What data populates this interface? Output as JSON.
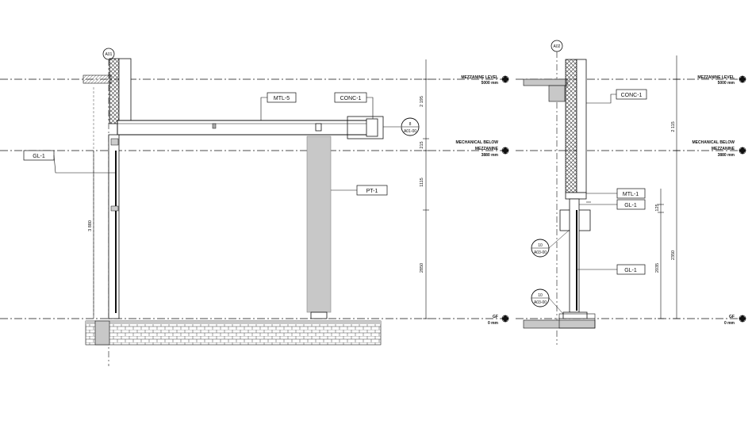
{
  "left_section": {
    "grid_bubble": "A01",
    "tags": {
      "mtl": "MTL-5",
      "conc": "CONC-1",
      "gl": "GL-1",
      "pt": "PT-1"
    },
    "detail_bubble": {
      "number": "8",
      "sheet": "A01-00"
    },
    "dimensions": {
      "top": "2 195",
      "mid": "215",
      "upper": "1115",
      "lower": "2850",
      "overall": "3 880"
    }
  },
  "right_section": {
    "grid_bubble": "A02",
    "tags": {
      "conc": "CONC-1",
      "mtl": "MTL-1",
      "gl_upper": "GL-1",
      "gl_lower": "GL-1"
    },
    "detail_bubbles": [
      {
        "number": "10",
        "sheet": "A03-00"
      },
      {
        "number": "10",
        "sheet": "A03-00"
      }
    ],
    "dimensions": {
      "top": "2 115",
      "small": "125",
      "mid": "2035",
      "overall": "2350"
    }
  },
  "levels": {
    "mezzanine": {
      "name": "MEZZANINE LEVEL",
      "elev": "5000 mm"
    },
    "mechanical": {
      "name_line1": "MECHANICAL BELOW",
      "name_line2": "MEZZANINE",
      "elev": "3880 mm"
    },
    "gf": {
      "name": "GF",
      "elev": "0 mm"
    }
  },
  "colors": {
    "line": "#111111",
    "fill_gray": "#c8c8c8",
    "hatch": "#555555"
  }
}
